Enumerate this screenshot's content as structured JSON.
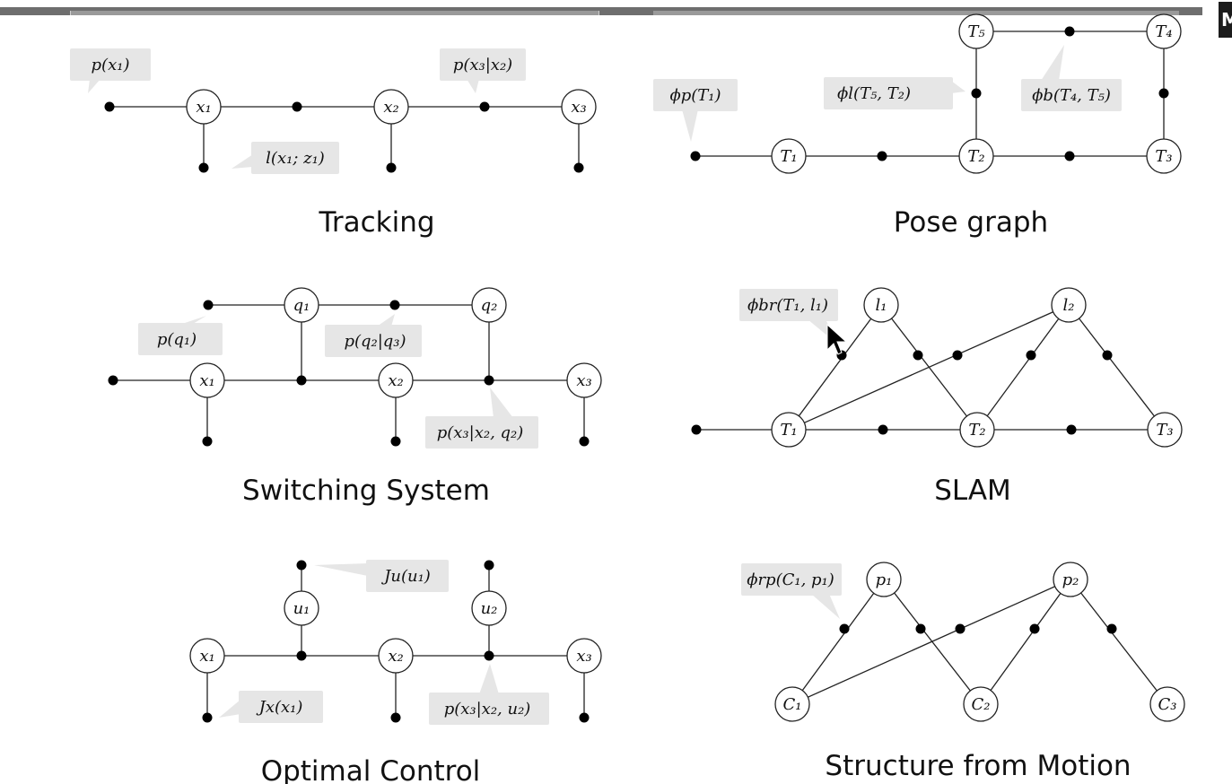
{
  "toolbar": {
    "corner_tab_label": "M"
  },
  "cursor_icon": "arrow-pointer-icon",
  "diagrams": {
    "tracking": {
      "title": "Tracking",
      "variables": {
        "x1": {
          "label": "x₁"
        },
        "x2": {
          "label": "x₂"
        },
        "x3": {
          "label": "x₃"
        }
      },
      "callouts": {
        "prior": "p(x₁)",
        "transition": "p(x₃|x₂)",
        "likelihood": "l(x₁; z₁)"
      }
    },
    "pose_graph": {
      "title": "Pose graph",
      "variables": {
        "T1": {
          "label": "T₁"
        },
        "T2": {
          "label": "T₂"
        },
        "T3": {
          "label": "T₃"
        },
        "T4": {
          "label": "T₄"
        },
        "T5": {
          "label": "T₅"
        }
      },
      "callouts": {
        "prior": "ϕp(T₁)",
        "loop": "ϕl(T₅, T₂)",
        "between": "ϕb(T₄, T₅)"
      }
    },
    "switching_system": {
      "title": "Switching System",
      "variables": {
        "x1": {
          "label": "x₁"
        },
        "x2": {
          "label": "x₂"
        },
        "x3": {
          "label": "x₃"
        },
        "q1": {
          "label": "q₁"
        },
        "q2": {
          "label": "q₂"
        }
      },
      "callouts": {
        "mode_prior": "p(q₁)",
        "mode_transition": "p(q₂|q₃)",
        "dynamics": "p(x₃|x₂, q₂)"
      }
    },
    "slam": {
      "title": "SLAM",
      "variables": {
        "l1": {
          "label": "l₁"
        },
        "l2": {
          "label": "l₂"
        },
        "T1": {
          "label": "T₁"
        },
        "T2": {
          "label": "T₂"
        },
        "T3": {
          "label": "T₃"
        }
      },
      "callouts": {
        "bearing_range": "ϕbr(T₁, l₁)"
      }
    },
    "optimal_control": {
      "title": "Optimal Control",
      "variables": {
        "u1": {
          "label": "u₁"
        },
        "u2": {
          "label": "u₂"
        },
        "x1": {
          "label": "x₁"
        },
        "x2": {
          "label": "x₂"
        },
        "x3": {
          "label": "x₃"
        }
      },
      "callouts": {
        "control_cost": "Ju(u₁)",
        "state_cost": "Jx(x₁)",
        "dynamics": "p(x₃|x₂, u₂)"
      }
    },
    "sfm": {
      "title": "Structure from Motion",
      "variables": {
        "p1": {
          "label": "p₁"
        },
        "p2": {
          "label": "p₂"
        },
        "C1": {
          "label": "C₁"
        },
        "C2": {
          "label": "C₂"
        },
        "C3": {
          "label": "C₃"
        }
      },
      "callouts": {
        "reprojection": "ϕrp(C₁, p₁)"
      }
    }
  }
}
